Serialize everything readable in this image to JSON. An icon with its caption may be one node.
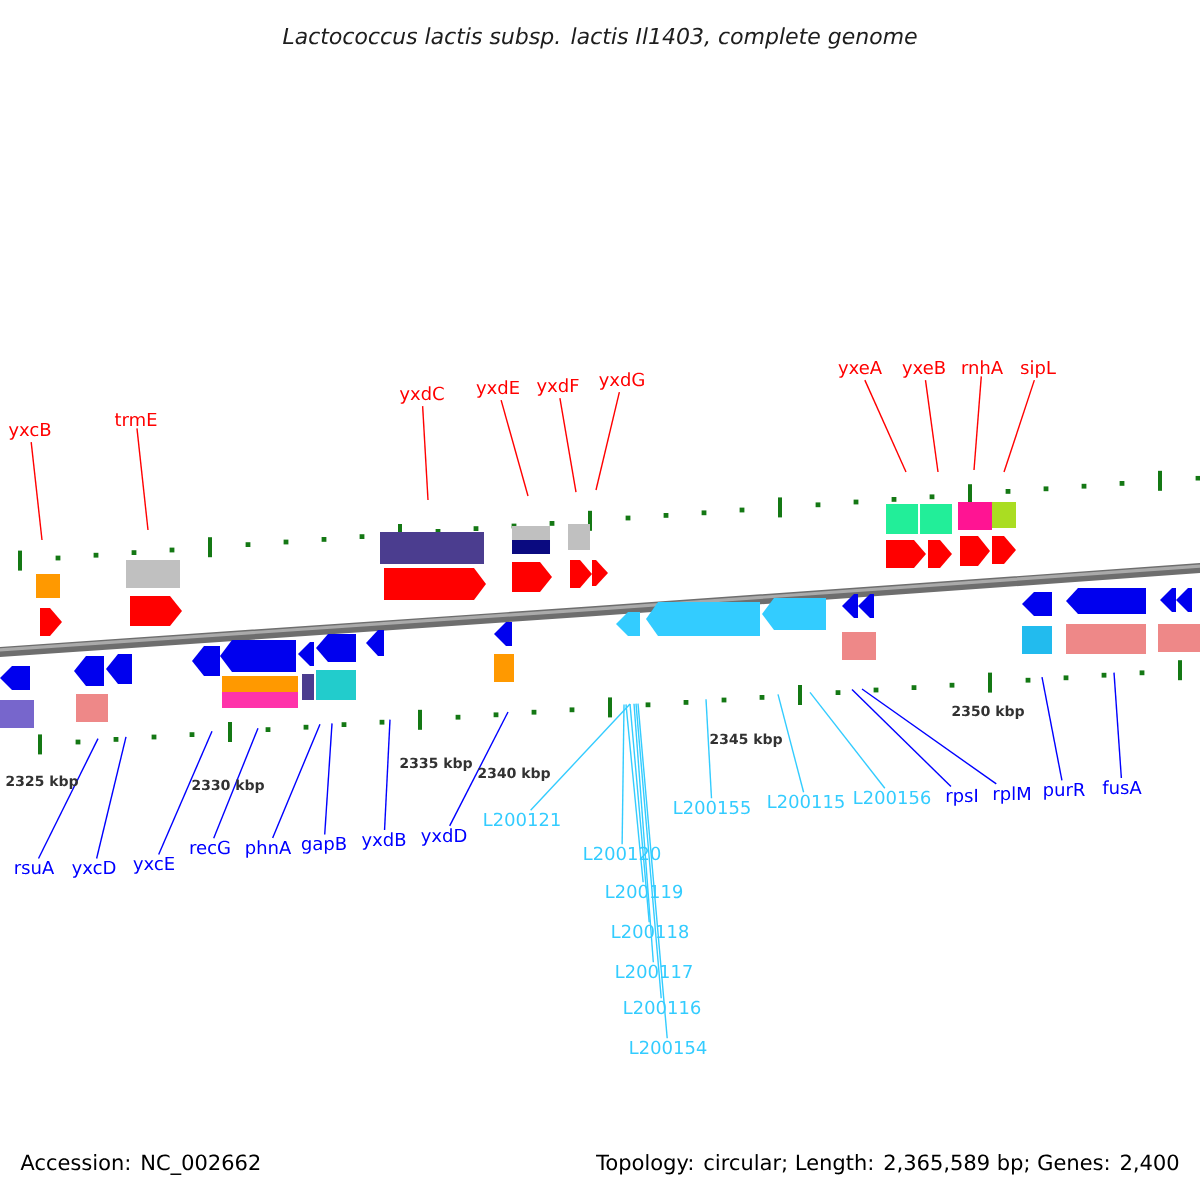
{
  "diagram": {
    "title": "Lactococcus lactis subsp. lactis Il1403, complete genome",
    "nodes": [
      {
        "text": [
          "yxcB"
        ]
      },
      {
        "text": [
          "trmE"
        ]
      },
      {
        "text": [
          "yxdC"
        ]
      },
      {
        "text": [
          "yxdE"
        ]
      },
      {
        "text": [
          "yxdF"
        ]
      },
      {
        "text": [
          "yxdG"
        ]
      },
      {
        "text": [
          "yxeA"
        ]
      },
      {
        "text": [
          "yxeB"
        ]
      },
      {
        "text": [
          "rnhA"
        ]
      },
      {
        "text": [
          "sipL"
        ]
      },
      {
        "text": [
          "rsuA"
        ]
      },
      {
        "text": [
          "yxcD"
        ]
      },
      {
        "text": [
          "yxcE"
        ]
      },
      {
        "text": [
          "recG"
        ]
      },
      {
        "text": [
          "phnA"
        ]
      },
      {
        "text": [
          "gapB"
        ]
      },
      {
        "text": [
          "yxdB"
        ]
      },
      {
        "text": [
          "yxdD"
        ]
      },
      {
        "text": [
          "L200121"
        ]
      },
      {
        "text": [
          "L200120"
        ]
      },
      {
        "text": [
          "L200119"
        ]
      },
      {
        "text": [
          "L200118"
        ]
      },
      {
        "text": [
          "L200117"
        ]
      },
      {
        "text": [
          "L200116"
        ]
      },
      {
        "text": [
          "L200154"
        ]
      },
      {
        "text": [
          "L200155"
        ]
      },
      {
        "text": [
          "L200115"
        ]
      },
      {
        "text": [
          "L200156"
        ]
      },
      {
        "text": [
          "rpsI"
        ]
      },
      {
        "text": [
          "rplM"
        ]
      },
      {
        "text": [
          "purR"
        ]
      },
      {
        "text": [
          "fusA"
        ]
      }
    ],
    "edges": [
      {
        "from": 0,
        "to": null,
        "arrow": "none",
        "color": "#ff0000"
      },
      {
        "from": 1,
        "to": null,
        "arrow": "none",
        "color": "#ff0000"
      },
      {
        "from": 2,
        "to": null,
        "arrow": "none",
        "color": "#ff0000"
      },
      {
        "from": 3,
        "to": null,
        "arrow": "none",
        "color": "#ff0000"
      },
      {
        "from": 4,
        "to": null,
        "arrow": "none",
        "color": "#ff0000"
      },
      {
        "from": 5,
        "to": null,
        "arrow": "none",
        "color": "#ff0000"
      },
      {
        "from": 6,
        "to": null,
        "arrow": "none",
        "color": "#ff0000"
      },
      {
        "from": 7,
        "to": null,
        "arrow": "none",
        "color": "#ff0000"
      },
      {
        "from": 8,
        "to": null,
        "arrow": "none",
        "color": "#ff0000"
      },
      {
        "from": 9,
        "to": null,
        "arrow": "none",
        "color": "#ff0000"
      },
      {
        "from": 10,
        "to": null,
        "arrow": "none"
      },
      {
        "from": 11,
        "to": null,
        "arrow": "none"
      },
      {
        "from": 12,
        "to": null,
        "arrow": "none"
      },
      {
        "from": 13,
        "to": null,
        "arrow": "none"
      },
      {
        "from": 14,
        "to": null,
        "arrow": "none"
      },
      {
        "from": 15,
        "to": null,
        "arrow": "none"
      },
      {
        "from": 16,
        "to": null,
        "arrow": "none"
      },
      {
        "from": 17,
        "to": null,
        "arrow": "none"
      },
      {
        "from": 18,
        "to": null,
        "arrow": "none",
        "color": "#33ccff"
      },
      {
        "from": 19,
        "to": null,
        "arrow": "none",
        "color": "#33ccff"
      },
      {
        "from": 20,
        "to": null,
        "arrow": "none",
        "color": "#33ccff"
      },
      {
        "from": 21,
        "to": null,
        "arrow": "none",
        "color": "#33ccff"
      },
      {
        "from": 22,
        "to": null,
        "arrow": "none",
        "color": "#33ccff"
      },
      {
        "from": 23,
        "to": null,
        "arrow": "none",
        "color": "#33ccff"
      },
      {
        "from": 24,
        "to": null,
        "arrow": "none",
        "color": "#33ccff"
      },
      {
        "from": 25,
        "to": null,
        "arrow": "none",
        "color": "#33ccff"
      },
      {
        "from": 26,
        "to": null,
        "arrow": "none",
        "color": "#33ccff"
      },
      {
        "from": 27,
        "to": null,
        "arrow": "none",
        "color": "#33ccff"
      },
      {
        "from": 28,
        "to": null,
        "arrow": "none"
      },
      {
        "from": 29,
        "to": null,
        "arrow": "none"
      },
      {
        "from": 30,
        "to": null,
        "arrow": "none"
      },
      {
        "from": 31,
        "to": null,
        "arrow": "none"
      }
    ],
    "labels": [
      "2325 kbp",
      "2330 kbp",
      "2335 kbp",
      "2340 kbp",
      "2345 kbp",
      "2350 kbp",
      "Accession: NC_002662",
      "Topology: circular; Length: 2,365,589 bp; Genes: 2,400"
    ]
  }
}
